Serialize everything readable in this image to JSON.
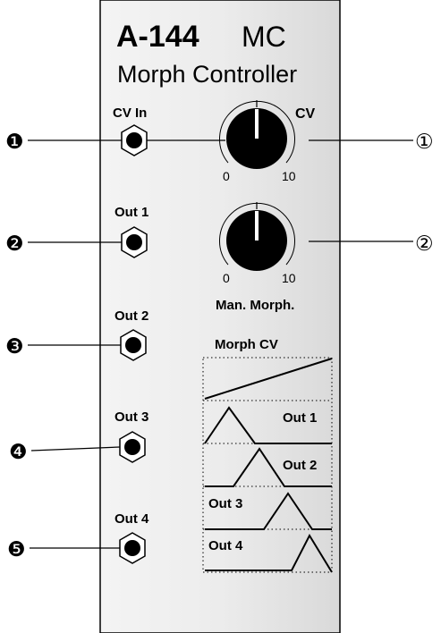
{
  "module": {
    "model": "A-144",
    "short_name": "MC",
    "name": "Morph Controller"
  },
  "jacks": [
    {
      "label": "CV In",
      "marker": "❶"
    },
    {
      "label": "Out 1",
      "marker": "❷"
    },
    {
      "label": "Out 2",
      "marker": "❸"
    },
    {
      "label": "Out 3",
      "marker": "❹"
    },
    {
      "label": "Out 4",
      "marker": "❺"
    }
  ],
  "knobs": [
    {
      "label": "CV",
      "scale_min": "0",
      "scale_max": "10",
      "marker": "①"
    },
    {
      "label": "Man. Morph.",
      "scale_min": "0",
      "scale_max": "10",
      "marker": "②"
    }
  ],
  "diagram": {
    "title": "Morph CV",
    "rows": [
      "Out 1",
      "Out 2",
      "Out 3",
      "Out 4"
    ]
  },
  "colors": {
    "panel": "#e6e6e6",
    "line": "#000000",
    "background": "#ffffff"
  }
}
